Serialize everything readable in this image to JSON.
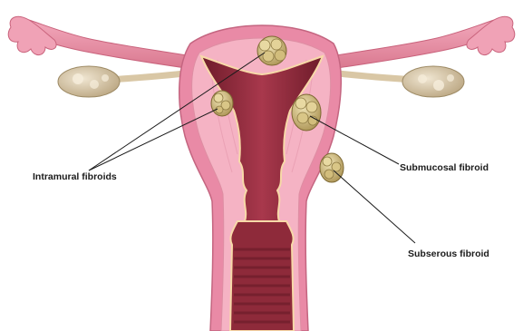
{
  "labels": {
    "intramural": "Intramural fibroids",
    "submucosal": "Submucosal fibroid",
    "subserous": "Subserous fibroid"
  },
  "colors": {
    "outer_wall": "#e98aa6",
    "myometrium": "#f5b3c4",
    "cavity": "#8e2a3a",
    "fibroid": "#c9b98a",
    "ovary": "#d8c6a4",
    "leader_line": "#1b1b1b"
  }
}
